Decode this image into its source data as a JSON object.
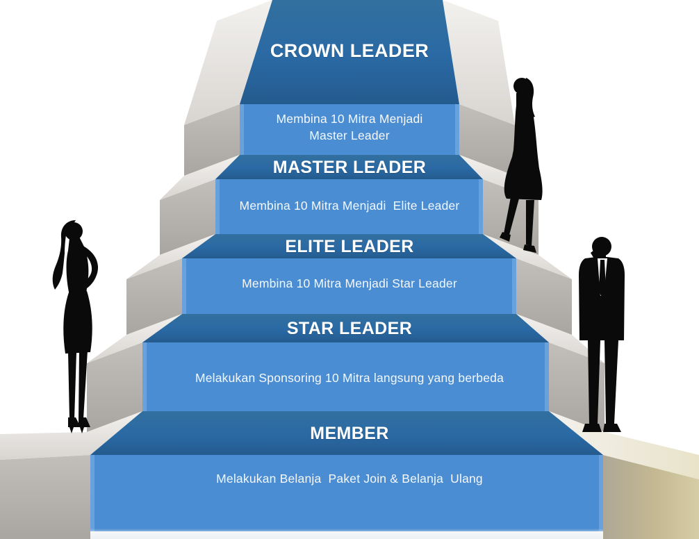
{
  "levels": [
    {
      "name": "CROWN LEADER",
      "requirement": "Membina 10 Mitra Menjadi\nMaster Leader"
    },
    {
      "name": "MASTER LEADER",
      "requirement": "Membina 10 Mitra Menjadi  Elite Leader"
    },
    {
      "name": "ELITE LEADER",
      "requirement": "Membina 10 Mitra Menjadi Star Leader"
    },
    {
      "name": "STAR LEADER",
      "requirement": "Melakukan Sponsoring 10 Mitra langsung yang berbeda"
    },
    {
      "name": "MEMBER",
      "requirement": "Melakukan Belanja  Paket Join & Belanja  Ulang"
    }
  ],
  "figures": [
    {
      "name": "businesswoman-standing",
      "position": "left"
    },
    {
      "name": "businesswoman-walking",
      "position": "upper-right"
    },
    {
      "name": "businessman-on-phone",
      "position": "right"
    }
  ],
  "colors": {
    "step_top_blue": "#2a69a4",
    "step_front_blue": "#4a8dd2",
    "edge_highlight_blue": "#6da5de",
    "side_gray": "#b7b3ae",
    "side_top_white": "#eceae7",
    "floor_tan": "#c9bd96",
    "silhouette_black": "#0a0a0a",
    "text": "#ffffff"
  }
}
